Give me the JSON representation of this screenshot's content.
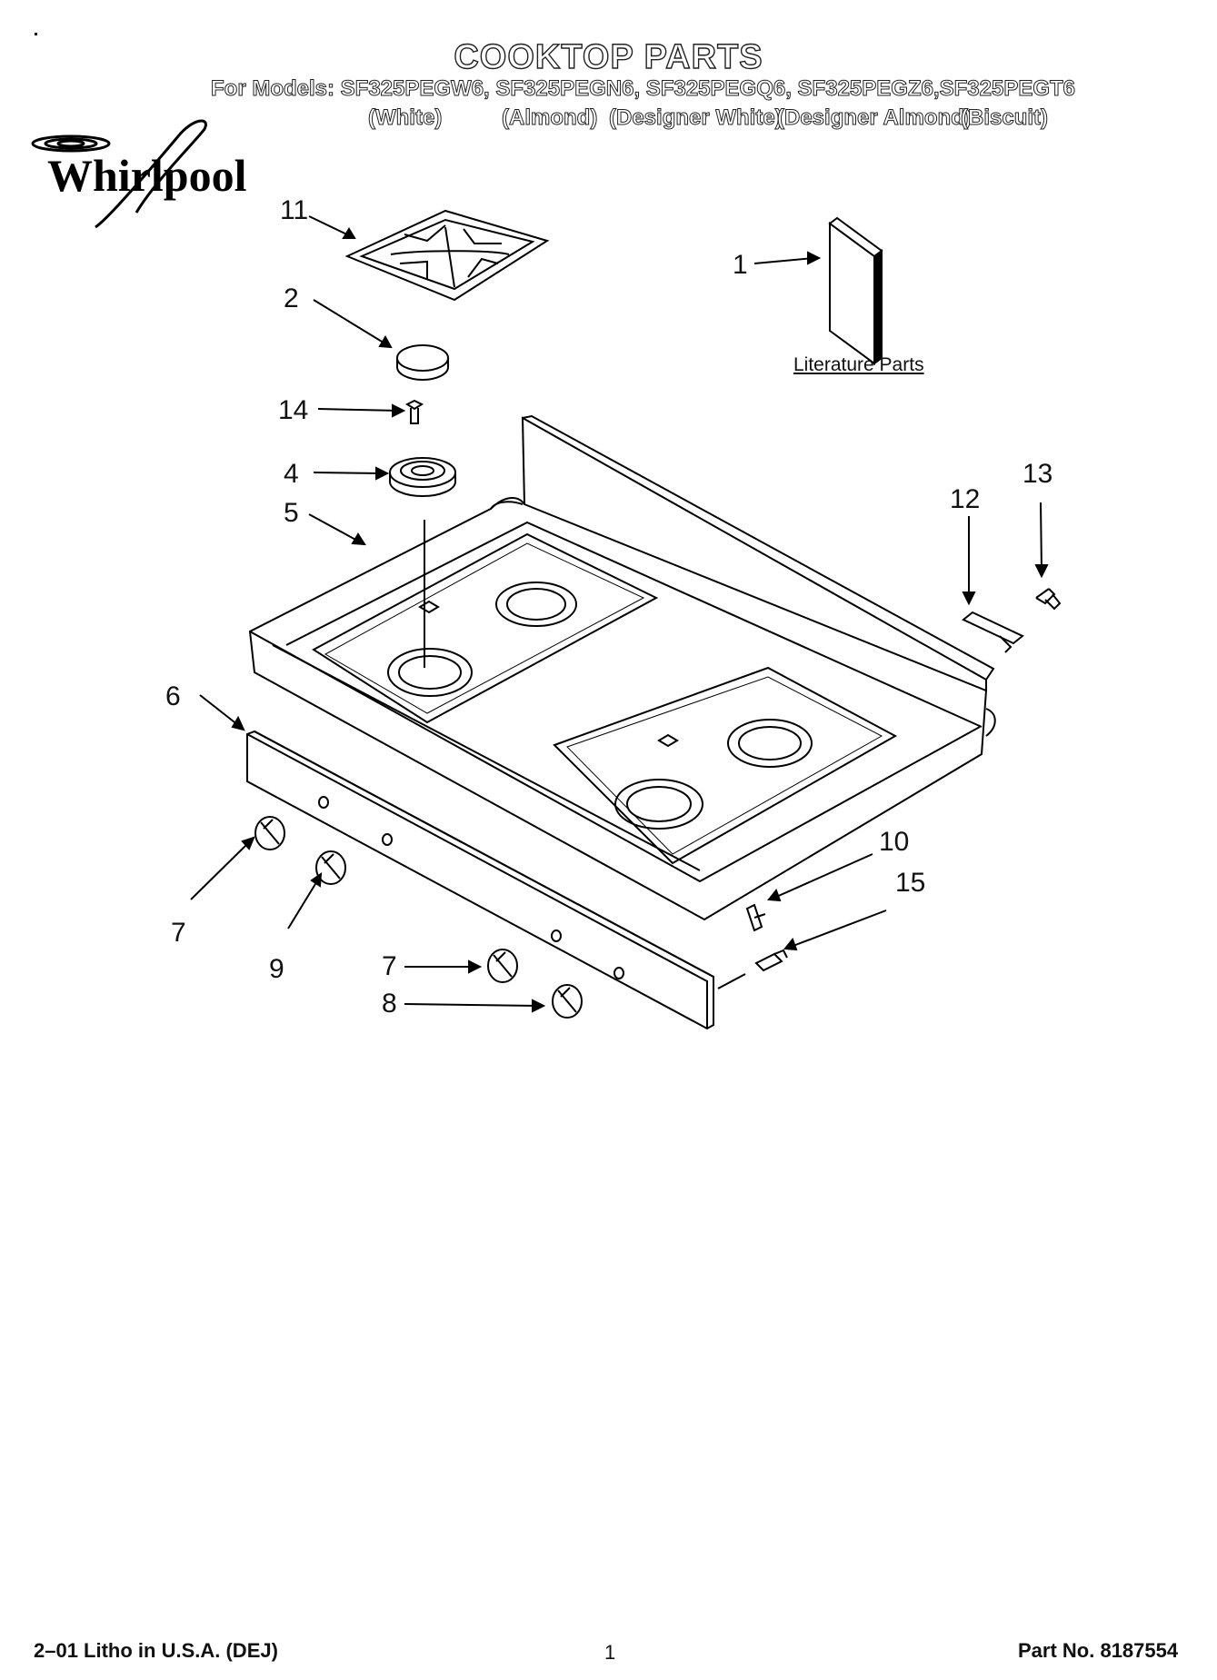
{
  "header": {
    "title": "COOKTOP PARTS",
    "models_line": "For Models: SF325PEGW6, SF325PEGN6, SF325PEGQ6, SF325PEGZ6,SF325PEGT6",
    "colors": [
      "(White)",
      "(Almond)",
      "(Designer White)",
      "(Designer Almond)",
      "(Biscuit)"
    ]
  },
  "brand": {
    "logo_text": "Whirlpool"
  },
  "callouts": {
    "n1": "1",
    "n2": "2",
    "n4": "4",
    "n5": "5",
    "n6": "6",
    "n7a": "7",
    "n7b": "7",
    "n8": "8",
    "n9": "9",
    "n10": "10",
    "n11": "11",
    "n12": "12",
    "n13": "13",
    "n14": "14",
    "n15": "15"
  },
  "literature_label": "Literature Parts",
  "footer": {
    "left": "2–01 Litho in U.S.A. (DEJ)",
    "page": "1",
    "part_no": "Part No. 8187554"
  }
}
